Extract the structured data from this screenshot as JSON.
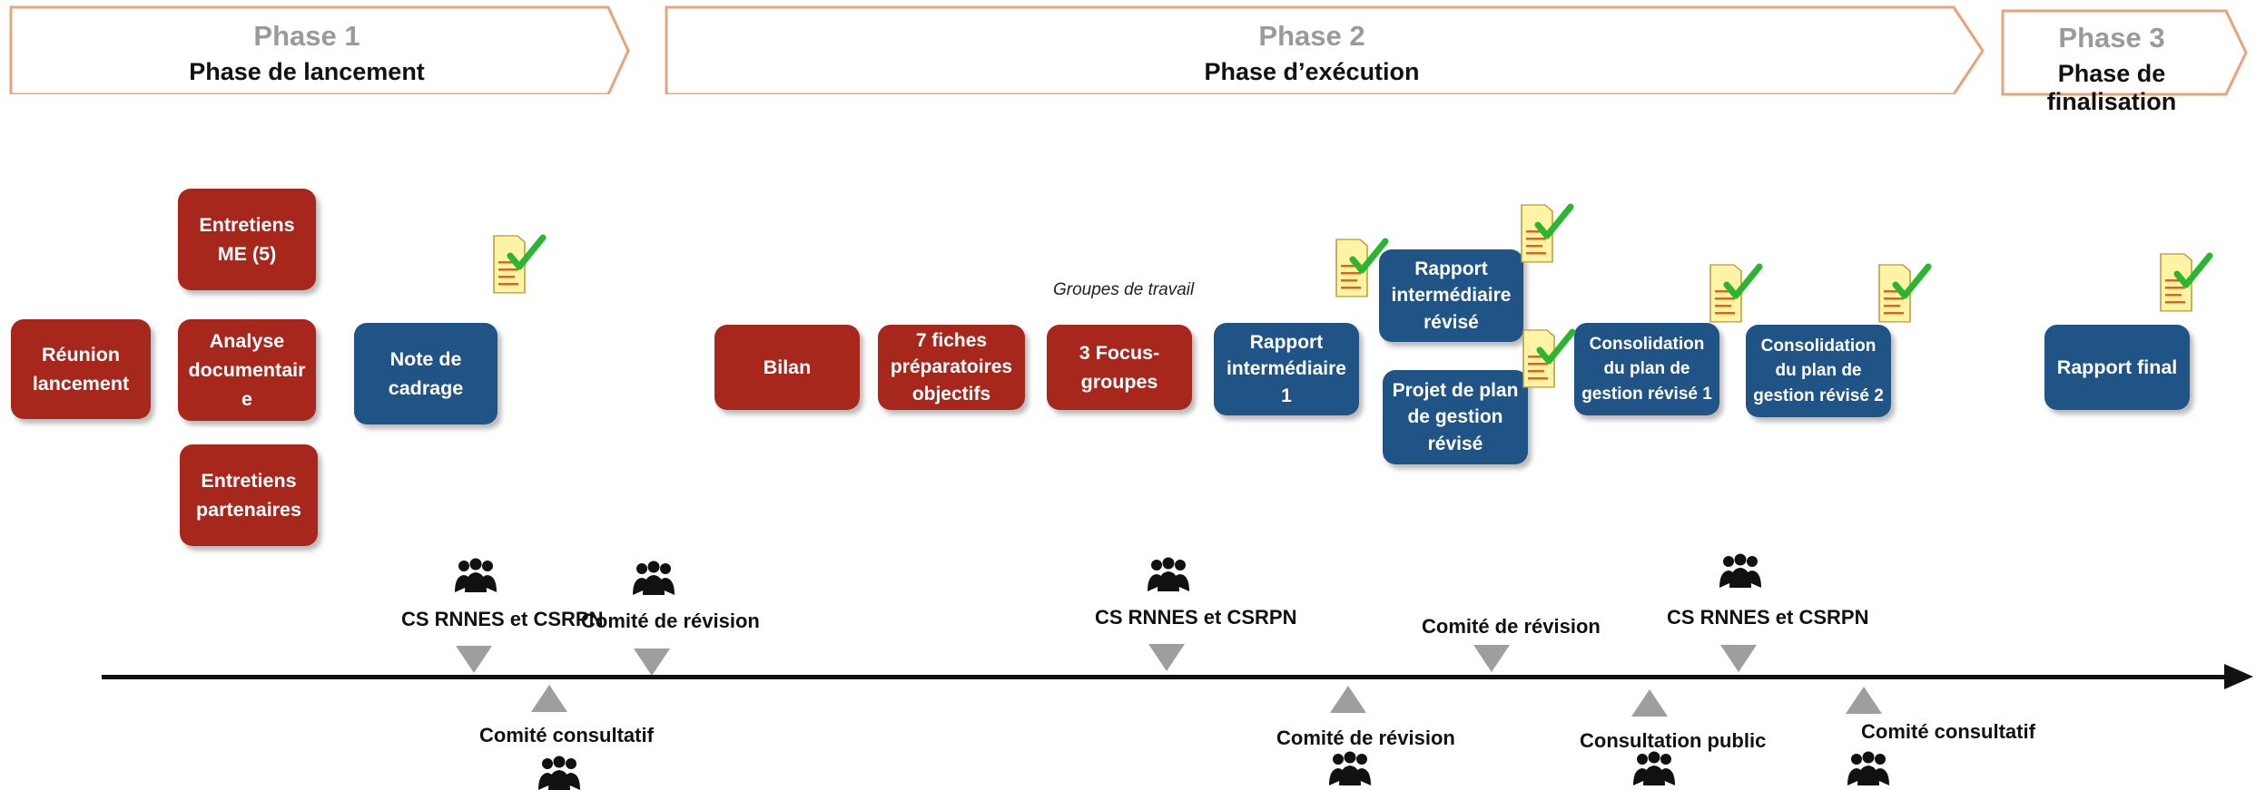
{
  "phases": [
    {
      "number": "Phase 1",
      "name": "Phase de lancement"
    },
    {
      "number": "Phase 2",
      "name": "Phase d’exécution"
    },
    {
      "number": "Phase 3",
      "name": "Phase de finalisation"
    }
  ],
  "steps": {
    "reunion": "Réunion\nlancement",
    "entretiens_me": "Entretiens\nME (5)",
    "analyse": "Analyse\ndocumentair\ne",
    "entretiens_partenaires": "Entretiens\npartenaires",
    "note_cadrage": "Note de\ncadrage",
    "bilan": "Bilan",
    "fiches": "7 fiches\npréparatoires\nobjectifs",
    "focus": "3 Focus-\ngroupes",
    "rapport_inter_1": "Rapport\nintermédiaire\n1",
    "rapport_inter_revise": "Rapport\nintermédiaire\nrévisé",
    "projet_plan": "Projet de plan\nde gestion\nrévisé",
    "consolidation_1": "Consolidation\ndu plan de\ngestion révisé 1",
    "consolidation_2": "Consolidation\ndu plan de\ngestion révisé 2",
    "rapport_final": "Rapport final"
  },
  "groupes_label": "Groupes de travail",
  "events_above": [
    "CS RNNES et CSRPN",
    "Comité de révision",
    "CS RNNES et CSRPN",
    "Comité de révision",
    "CS RNNES et CSRPN"
  ],
  "events_below": [
    "Comité consultatif",
    "Comité de révision",
    "Consultation public",
    "Comité consultatif"
  ],
  "icons": {
    "document": "document-icon",
    "check": "checkmark-icon",
    "meeting": "group-people-icon"
  },
  "colors": {
    "red": "#a8271c",
    "blue": "#205487",
    "phase_border": "#e9a37a",
    "check": "#2bb531",
    "doc": "#fff3a6"
  }
}
